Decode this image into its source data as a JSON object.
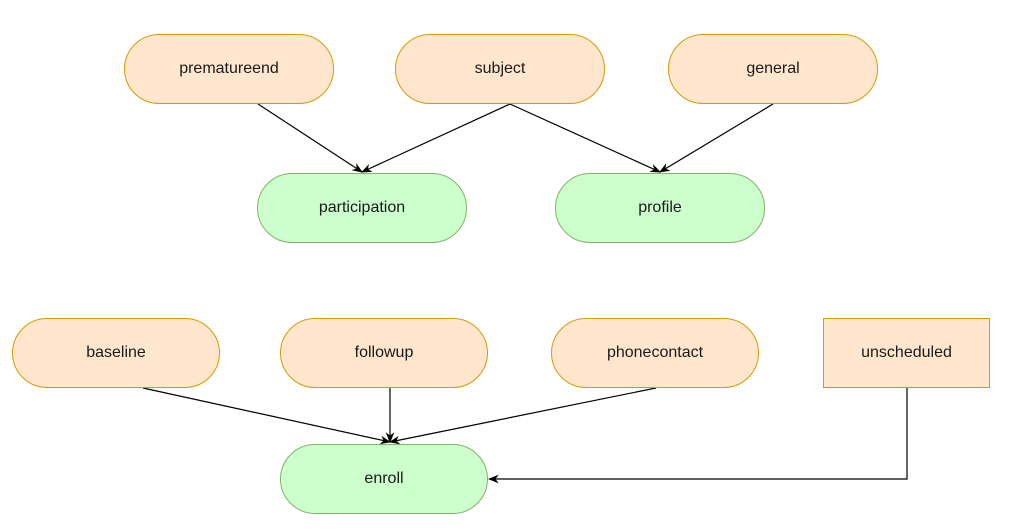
{
  "colors": {
    "source_fill": "#ffe6cc",
    "source_stroke": "#d79b00",
    "target_fill": "#ccffcc",
    "target_stroke": "#82b366",
    "edge": "#000000"
  },
  "nodes": {
    "prematureend": "prematureend",
    "subject": "subject",
    "general": "general",
    "participation": "participation",
    "profile": "profile",
    "baseline": "baseline",
    "followup": "followup",
    "phonecontact": "phonecontact",
    "unscheduled": "unscheduled",
    "enroll": "enroll"
  },
  "edges": [
    {
      "from": "prematureend",
      "to": "participation"
    },
    {
      "from": "subject",
      "to": "participation"
    },
    {
      "from": "subject",
      "to": "profile"
    },
    {
      "from": "general",
      "to": "profile"
    },
    {
      "from": "baseline",
      "to": "enroll"
    },
    {
      "from": "followup",
      "to": "enroll"
    },
    {
      "from": "phonecontact",
      "to": "enroll"
    },
    {
      "from": "unscheduled",
      "to": "enroll"
    }
  ]
}
